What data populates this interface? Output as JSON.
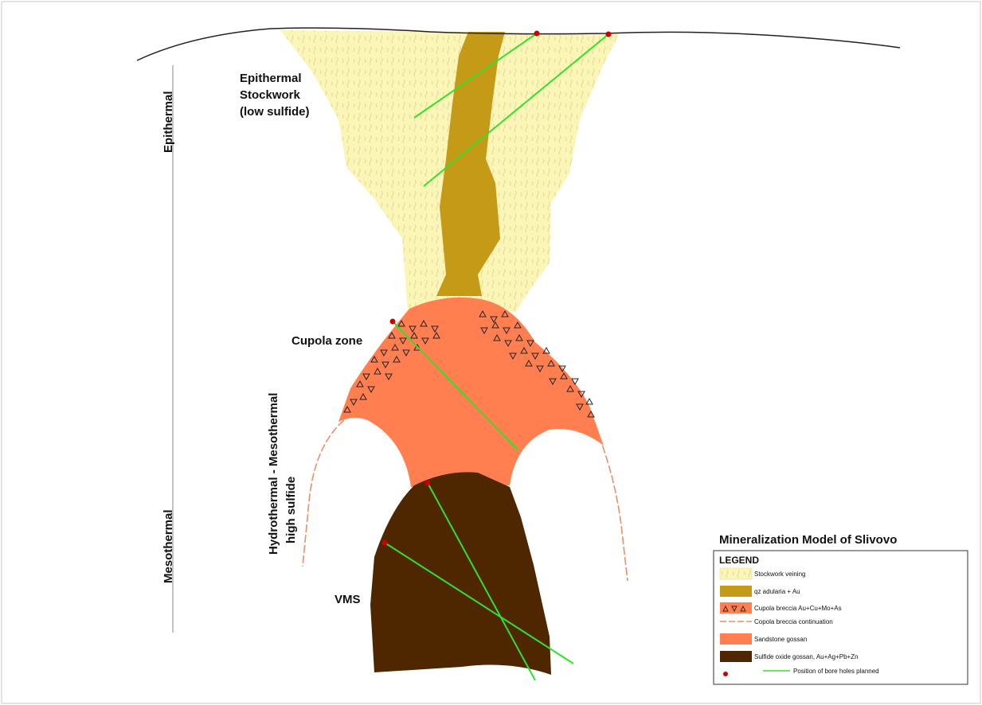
{
  "colors": {
    "stockwork": "#fbf6b8",
    "stockwork_pattern": "#d9d28a",
    "qz_vein": "#c49a16",
    "sandstone": "#ff7f50",
    "sulfide": "#4e2701",
    "borehole": "#33e02a",
    "collar": "#cc0000",
    "continuation": "#e8906a"
  },
  "labels": {
    "epithermal_stockwork": [
      "Epithermal",
      "Stockwork",
      "(low sulfide)"
    ],
    "cupola_zone": "Cupola zone",
    "hydrothermal": [
      "Hydrothermal - Mesothermal",
      "high sulfide"
    ],
    "vms": "VMS",
    "axis_epithermal": "Epithermal",
    "axis_mesothermal": "Mesothermal"
  },
  "legend": {
    "title": "Mineralization Model of Slivovo",
    "heading": "LEGEND",
    "items": [
      {
        "label": "Stockwork veining",
        "swatch": "stockwork"
      },
      {
        "label": "qz adularia + Au",
        "swatch": "qz_vein"
      },
      {
        "label": "Cupola breccia Au+Cu+Mo+As",
        "swatch": "breccia"
      },
      {
        "label": "Copola breccia continuation",
        "swatch": "continuation"
      },
      {
        "label": "Sandstone gossan",
        "swatch": "sandstone"
      },
      {
        "label": "Sulfide oxide gossan, Au+Ag+Pb+Zn",
        "swatch": "sulfide"
      },
      {
        "label": "Position of bore holes planned",
        "swatch": "borehole"
      }
    ]
  }
}
